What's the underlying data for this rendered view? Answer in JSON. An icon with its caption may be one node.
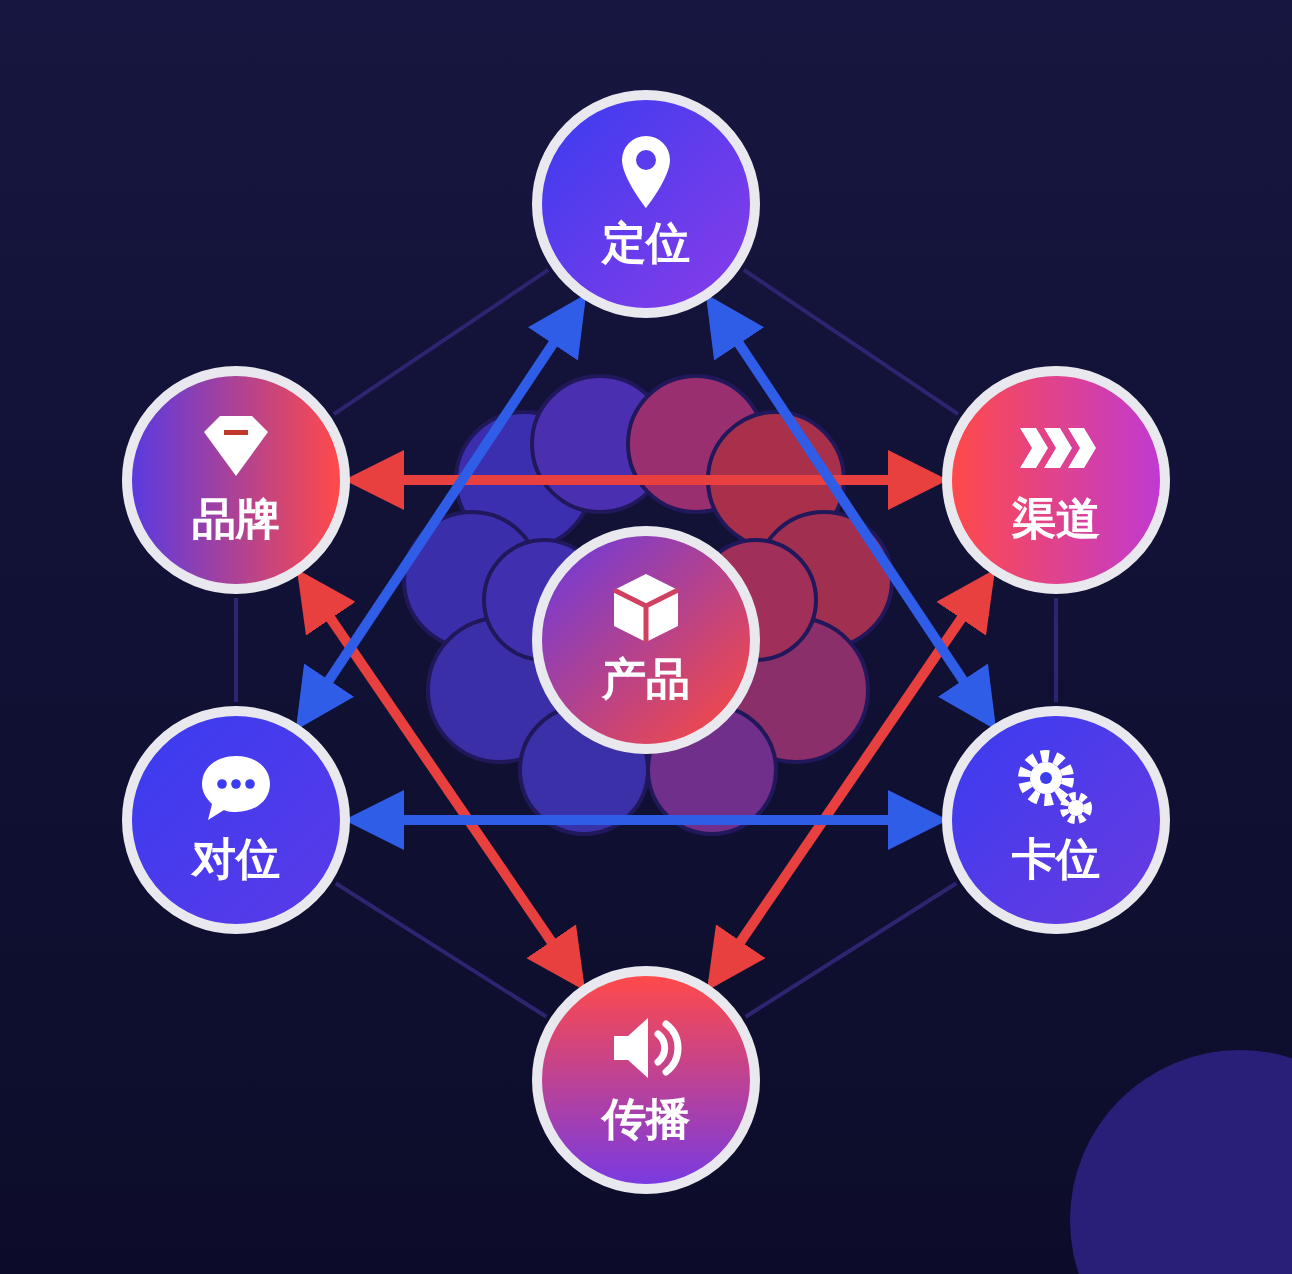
{
  "diagram": {
    "nodes": [
      {
        "text": [
          "定位"
        ]
      },
      {
        "text": [
          "品牌"
        ]
      },
      {
        "text": [
          "渠道"
        ]
      },
      {
        "text": [
          "产品"
        ]
      },
      {
        "text": [
          "对位"
        ]
      },
      {
        "text": [
          "卡位"
        ]
      },
      {
        "text": [
          "传播"
        ]
      }
    ],
    "edges": [
      {
        "from": 0,
        "to": 1,
        "arrow": "none",
        "color": "#2e2470"
      },
      {
        "from": 0,
        "to": 2,
        "arrow": "none",
        "color": "#2e2470"
      },
      {
        "from": 1,
        "to": 4,
        "arrow": "none",
        "color": "#2e2470"
      },
      {
        "from": 2,
        "to": 5,
        "arrow": "none",
        "color": "#2e2470"
      },
      {
        "from": 4,
        "to": 6,
        "arrow": "none",
        "color": "#2e2470"
      },
      {
        "from": 5,
        "to": 6,
        "arrow": "none",
        "color": "#2e2470"
      },
      {
        "from": 1,
        "to": 2,
        "arrow": "both",
        "style": "thick",
        "color": "#e8403f"
      },
      {
        "from": 1,
        "to": 6,
        "arrow": "both",
        "style": "thick",
        "color": "#e8403f"
      },
      {
        "from": 2,
        "to": 6,
        "arrow": "both",
        "style": "thick",
        "color": "#e8403f"
      },
      {
        "from": 0,
        "to": 4,
        "arrow": "both",
        "style": "thick",
        "color": "#2f5de8"
      },
      {
        "from": 0,
        "to": 5,
        "arrow": "both",
        "style": "thick",
        "color": "#2f5de8"
      },
      {
        "from": 4,
        "to": 5,
        "arrow": "both",
        "style": "thick",
        "color": "#2f5de8"
      }
    ]
  }
}
